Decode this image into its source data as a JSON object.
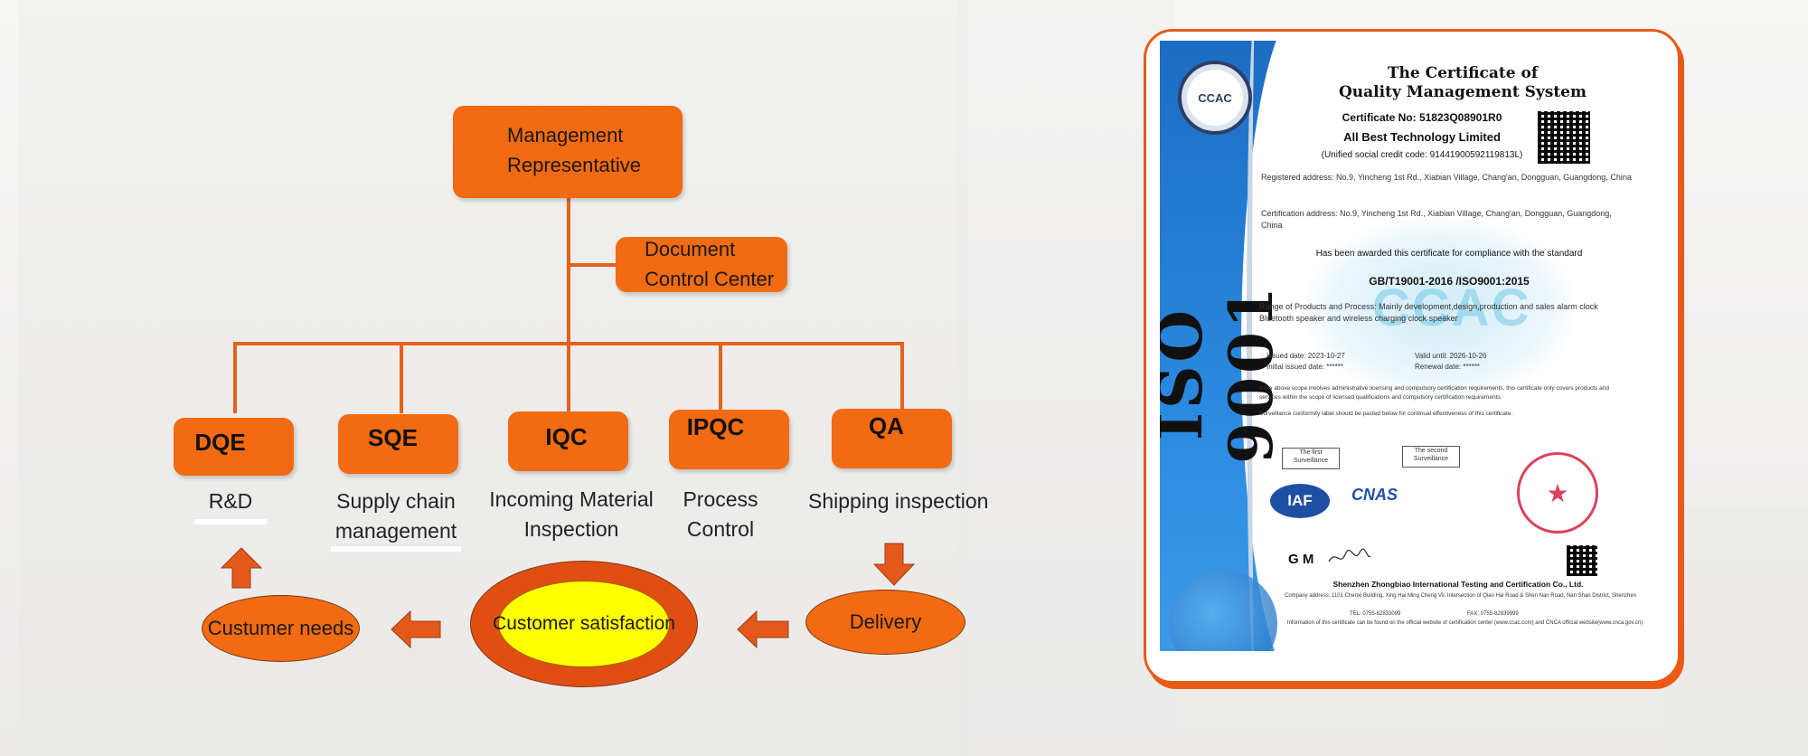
{
  "org_chart": {
    "management_representative": "Management\nRepresentative",
    "document_control": "Document\nControl Center",
    "departments": [
      {
        "code": "DQE",
        "desc": "R&D"
      },
      {
        "code": "SQE",
        "desc": "Supply chain\nmanagement"
      },
      {
        "code": "IQC",
        "desc": "Incoming Material\nInspection"
      },
      {
        "code": "IPQC",
        "desc": "Process\nControl"
      },
      {
        "code": "QA",
        "desc": "Shipping inspection"
      }
    ],
    "flow": {
      "customer_needs": "Custumer needs",
      "customer_satisfaction": "Customer satisfaction",
      "delivery": "Delivery"
    }
  },
  "certificate": {
    "seal_text": "CCAC",
    "side_title": "ISO 9001",
    "title_line1": "The Certificate of",
    "title_line2": "Quality Management System",
    "certificate_no": "Certificate No:  51823Q08901R0",
    "company": "All Best Technology Limited",
    "credit_code": "(Unified social credit code:  91441900592119813L)",
    "registered_address": "Registered address:  No.9, Yincheng 1st Rd., Xiabian Village, Chang'an, Dongguan, Guangdong, China",
    "certification_address": "Certification address: No.9, Yincheng 1st Rd., Xiabian Village, Chang'an, Dongguan, Guangdong, China",
    "awarded": "Has been awarded this certificate for compliance with the standard",
    "standard": "GB/T19001-2016 /ISO9001:2015",
    "scope": "Range of Products and Process: Mainly development,design,production and sales alarm clock Bluetooth speaker and wireless charging clock speaker",
    "watermark": "CCAC",
    "issued_date": "Issued date:  2023-10-27",
    "valid_until": "Valid until: 2026-10-26",
    "initial_issued": "Initial issued date: ******",
    "renewal_date": "Renewal date: ******",
    "note1": "If the above scope involves administrative licensing and compulsory certification requirements, this certificate only covers products and services within the scope of licensed qualifications and compulsory certification requirements.",
    "note2": "Surveillance conformity label should be pasted below for continual effectiveness of this certificate.",
    "surveillance1": "The first\nSurveillance",
    "surveillance2": "The second\nSurveillance",
    "logo_iaf": "IAF",
    "logo_cnas": "CNAS",
    "gm": "G M",
    "issuer": "Shenzhen Zhongbiao International Testing and Certification Co., Ltd.",
    "issuer_address": "Company address: 1101 Chenxi Building, Xing Hai Ming Cheng Vil, Intersection of Qian Hai Road & Shen Nan Road, Nan Shan District, Shenzhen",
    "tel": "TEL: 0755-82833099",
    "fax": "FAX: 0755-82839999",
    "info": "Information of this certificate can be found on the official website of certification center (www.ccac.com) and CNCA official website(www.cnca.gov.cn)"
  },
  "colors": {
    "accent": "#f26a11",
    "line": "#e4621c",
    "frame": "#e95a17",
    "satisfaction_fill": "#ffff00"
  }
}
